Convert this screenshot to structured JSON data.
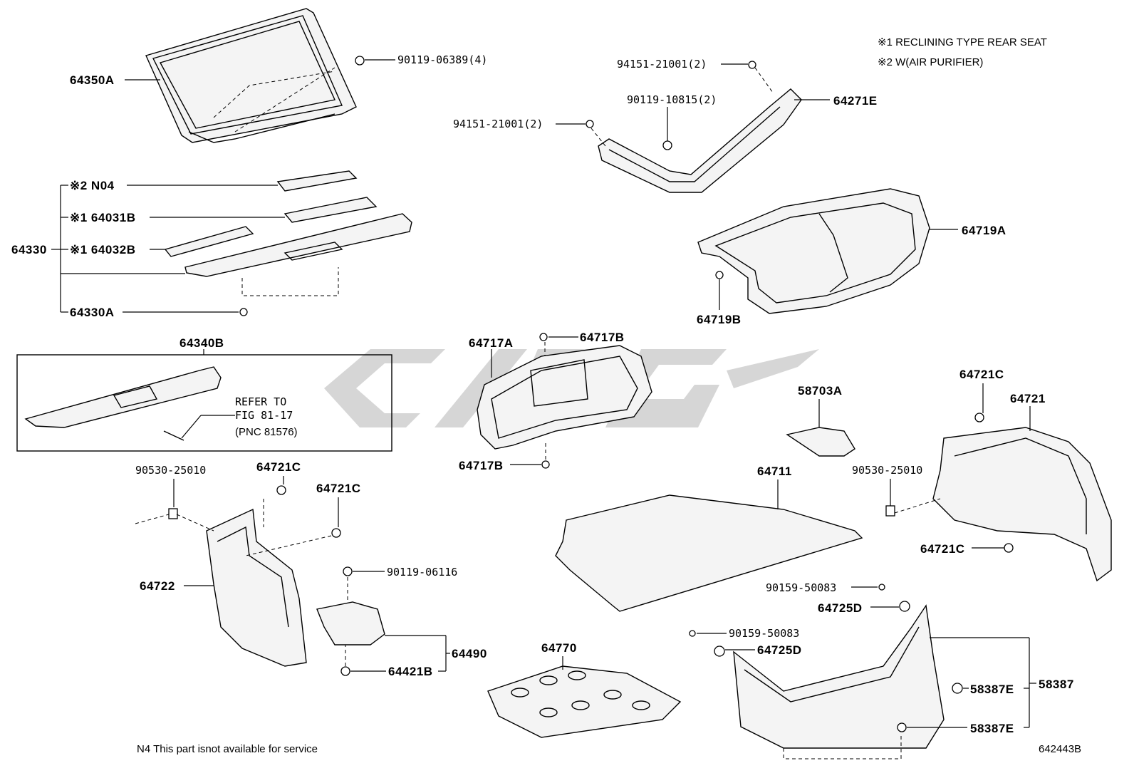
{
  "legend": {
    "note1": "※1 RECLINING TYPE REAR SEAT",
    "note2": "※2  W(AIR PURIFIER)"
  },
  "footer": {
    "note": "N4 This part isnot available for service",
    "figure_id": "642443B"
  },
  "watermark": {
    "color": "#d2d2d2"
  },
  "labels": {
    "p64350A": "64350A",
    "p90119_06389": "90119-06389(4)",
    "p94151_21001_top": "94151-21001(2)",
    "p90119_10815": "90119-10815(2)",
    "p64271E": "64271E",
    "p94151_21001_left": "94151-21001(2)",
    "pN04": "※2 N04",
    "p64031B": "※1 64031B",
    "p64330": "64330",
    "p64032B": "※1 64032B",
    "p64330A": "64330A",
    "p64719A": "64719A",
    "p64719B": "64719B",
    "p64340B": "64340B",
    "refer1": "REFER TO",
    "refer2": "FIG 81-17",
    "refer3": "(PNC 81576)",
    "p64717A": "64717A",
    "p64717B_top": "64717B",
    "p64717B_bottom": "64717B",
    "p58703A": "58703A",
    "p64721C_right_top": "64721C",
    "p64721": "64721",
    "p90530_25010_right": "90530-25010",
    "p64721C_right_bottom": "64721C",
    "p64711": "64711",
    "p90530_25010_left": "90530-25010",
    "p64721C_left_top": "64721C",
    "p64721C_left_mid": "64721C",
    "p64722": "64722",
    "p90119_06116": "90119-06116",
    "p64490": "64490",
    "p64421B": "64421B",
    "p64770": "64770",
    "p90159_50083_a": "90159-50083",
    "p64725D_a": "64725D",
    "p90159_50083_b": "90159-50083",
    "p64725D_b": "64725D",
    "p58387": "58387",
    "p58387E_a": "58387E",
    "p58387E_b": "58387E"
  }
}
